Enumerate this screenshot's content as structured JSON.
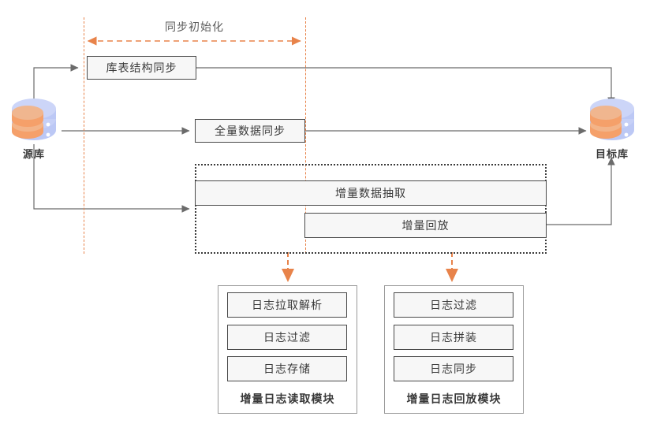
{
  "diagram": {
    "title_phase": "同步初始化",
    "source_db": {
      "label": "源库",
      "icon": "database-icon"
    },
    "target_db": {
      "label": "目标库",
      "icon": "database-icon"
    },
    "stages": [
      {
        "id": "schema-sync",
        "label": "库表结构同步"
      },
      {
        "id": "full-data-sync",
        "label": "全量数据同步"
      },
      {
        "id": "incremental-extract",
        "label": "增量数据抽取"
      },
      {
        "id": "incremental-replay",
        "label": "增量回放"
      }
    ],
    "modules": [
      {
        "id": "log-read-module",
        "title": "增量日志读取模块",
        "items": [
          {
            "label": "日志拉取解析"
          },
          {
            "label": "日志过滤"
          },
          {
            "label": "日志存储"
          }
        ]
      },
      {
        "id": "log-replay-module",
        "title": "增量日志回放模块",
        "items": [
          {
            "label": "日志过滤"
          },
          {
            "label": "日志拼装"
          },
          {
            "label": "日志同步"
          }
        ]
      }
    ],
    "colors": {
      "accent_orange": "#e8834a",
      "box_fill": "#f7f7f7",
      "box_border": "#4a4a4a",
      "connector": "#6b6b6b",
      "text": "#3a3a3a",
      "db_blue": "#bcc8f5",
      "db_orange": "#f5a06a"
    }
  }
}
